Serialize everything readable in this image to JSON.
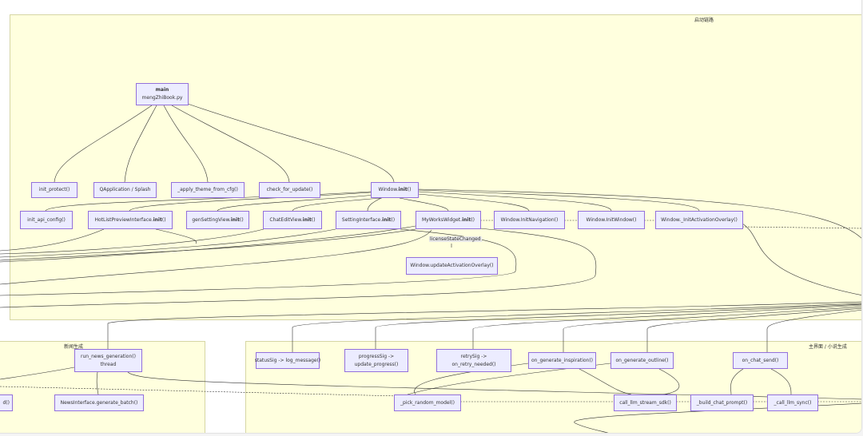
{
  "clusters": {
    "startup": "启动链路",
    "news": "新闻生成",
    "main_ui": "主界面 / 小说生成"
  },
  "nodes": {
    "main_title": "main",
    "main_file": "mengZhiBook.py",
    "init_protect": "init_protect()",
    "qapplication": "QApplication / Splash",
    "apply_theme": "_apply_theme_from_cfg()",
    "check_update": "check_for_update()",
    "window_init_prefix": "Window.",
    "window_init_bold": "init",
    "window_init_suffix": "()",
    "init_api_config": "init_api_config()",
    "hotlist_prefix": "HotListPreviewInterface.",
    "gen_setting_prefix": "genSettingView.",
    "chat_edit_prefix": "ChatEditView.",
    "setting_prefix": "SettingInterface.",
    "myworks_prefix": "MyWorksWidget.",
    "init_bold": "init",
    "paren": "()",
    "init_navigation": "Window.InitNavigation()",
    "init_window": "Window.InitWindow()",
    "init_activation": "Window._InitActivationOverlay()",
    "update_activation": "Window.updateActivationOverlay()",
    "run_news_line1": "run_news_generation()",
    "run_news_line2": "thread",
    "news_batch": "NewsInterface.generate_batch()",
    "left_partial": "d()",
    "status_sig": "statusSig -> log_message()",
    "progress_sig_1": "progressSig ->",
    "progress_sig_2": "update_progress()",
    "retry_sig_1": "retrySig ->",
    "retry_sig_2": "on_retry_needed()",
    "gen_inspiration": "on_generate_inspiration()",
    "gen_outline": "on_generate_outline()",
    "chat_send": "on_chat_send()",
    "pick_model": "_pick_random_model()",
    "stream_sdk": "call_llm_stream_sdk()",
    "build_prompt": "_build_chat_prompt()",
    "llm_sync": "_call_llm_sync()"
  },
  "edge_labels": {
    "license": "licenseStateChanged"
  },
  "colors": {
    "cluster_fill": "#ffffde",
    "node_fill": "#ececff",
    "node_border": "#9370db"
  }
}
